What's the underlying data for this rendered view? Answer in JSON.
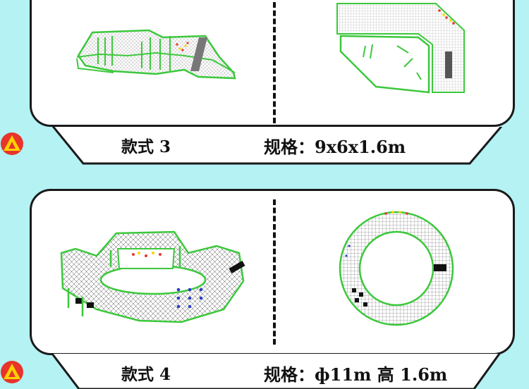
{
  "model3": {
    "style_label": "款式 3",
    "spec_label": "规格：9x6x1.6m",
    "perspective_alt": "model-3-perspective",
    "plan_alt": "model-3-plan"
  },
  "model4": {
    "style_label": "款式 4",
    "spec_label": "规格：ф11m 高 1.6m",
    "perspective_alt": "model-4-perspective",
    "plan_alt": "model-4-plan"
  },
  "colors": {
    "background": "#b4f2f4",
    "card": "#ffffff",
    "frame_green": "#3cc83c",
    "warn_red": "#e8342b",
    "warn_yellow": "#ffd200"
  },
  "icons": [
    "warning-triangle-icon"
  ]
}
